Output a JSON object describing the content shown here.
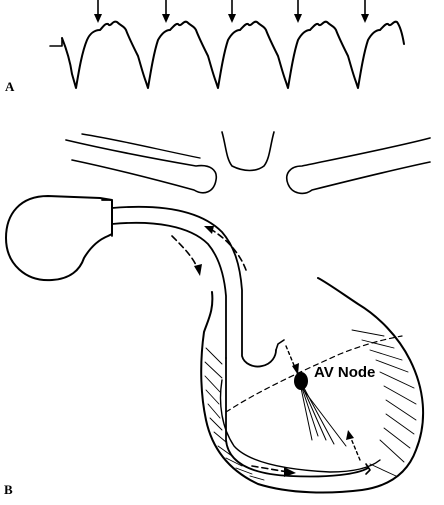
{
  "panels": {
    "a_label": "A",
    "b_label": "B"
  },
  "labels": {
    "av_node": "AV Node"
  },
  "icons": {
    "waveform": "ecg-tracing",
    "arrow": "downward-arrow",
    "pump": "pump-icon"
  },
  "colors": {
    "ink": "#000000",
    "background": "#ffffff"
  }
}
